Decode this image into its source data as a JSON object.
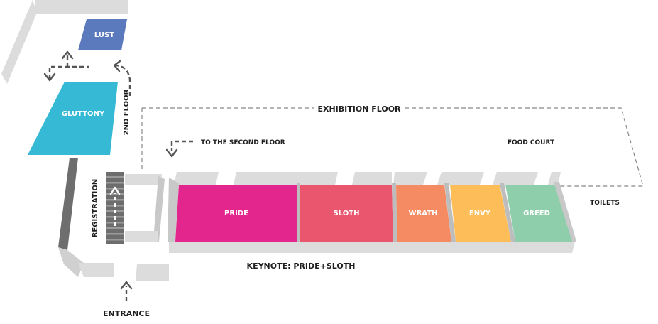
{
  "floor_plan": {
    "labels": {
      "exhibition_floor": "EXHIBITION FLOOR",
      "to_second_floor": "TO THE SECOND FLOOR",
      "food_court": "FOOD COURT",
      "toilets": "TOILETS",
      "keynote": "KEYNOTE: PRIDE+SLOTH",
      "registration": "REGISTRATION",
      "second_floor": "2ND FLOOR",
      "entrance": "ENTRANCE"
    },
    "rooms": {
      "lust": {
        "label": "LUST",
        "color": "#5b79bd"
      },
      "gluttony": {
        "label": "GLUTTONY",
        "color": "#35b9d4"
      },
      "pride": {
        "label": "PRIDE",
        "color": "#e3258e"
      },
      "sloth": {
        "label": "SLOTH",
        "color": "#e9566e"
      },
      "wrath": {
        "label": "WRATH",
        "color": "#f58b62"
      },
      "envy": {
        "label": "ENVY",
        "color": "#fdbd58"
      },
      "greed": {
        "label": "GREED",
        "color": "#8fceaa"
      }
    },
    "colors": {
      "wall_light": "#dcdcdc",
      "wall_mid": "#c8c8c8",
      "wall_dark": "#6e6e6e",
      "stairs": "#6d6d6d",
      "arrow": "#555555"
    }
  }
}
